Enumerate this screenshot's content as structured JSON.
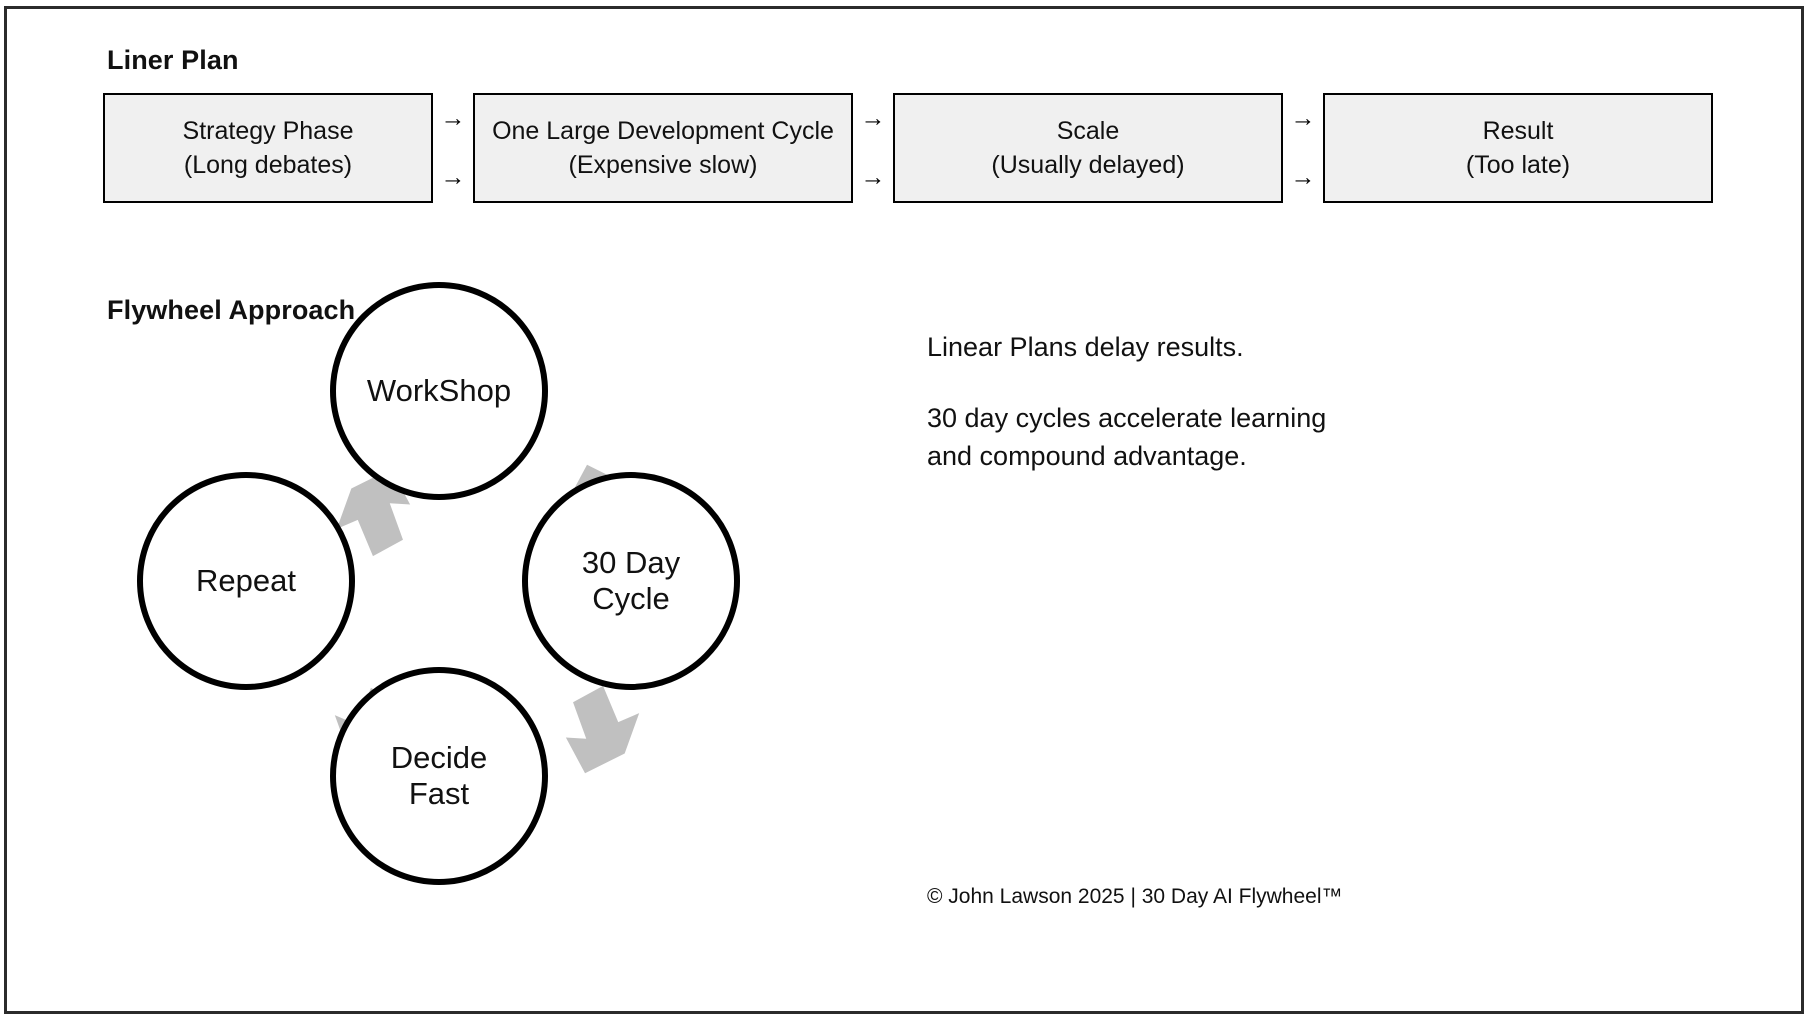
{
  "canvas": {
    "background": "#ffffff",
    "border_color": "#2b2b2b"
  },
  "linear_section": {
    "title": "Liner Plan",
    "connector_glyph": "→",
    "box_fill": "#f0f0f0",
    "box_border": "#000000",
    "steps": [
      {
        "line1": "Strategy Phase",
        "line2": "(Long debates)"
      },
      {
        "line1": "One Large Development Cycle",
        "line2": "(Expensive slow)"
      },
      {
        "line1": "Scale",
        "line2": "(Usually delayed)"
      },
      {
        "line1": "Result",
        "line2": "(Too late)"
      }
    ]
  },
  "flywheel_section": {
    "title": "Flywheel Approach",
    "arrow_color": "#c0c0c0",
    "circle_stroke": "#000000",
    "nodes": [
      {
        "id": "workshop",
        "line1": "WorkShop",
        "line2": ""
      },
      {
        "id": "cycle",
        "line1": "30 Day",
        "line2": "Cycle"
      },
      {
        "id": "decide",
        "line1": "Decide",
        "line2": "Fast"
      },
      {
        "id": "repeat",
        "line1": "Repeat",
        "line2": ""
      }
    ]
  },
  "notes": {
    "paragraph1": "Linear Plans delay results.",
    "paragraph2_line1": "30 day cycles accelerate learning",
    "paragraph2_line2": "and compound advantage."
  },
  "footer": {
    "copyright": "© John Lawson 2025 | 30 Day AI Flywheel™"
  }
}
